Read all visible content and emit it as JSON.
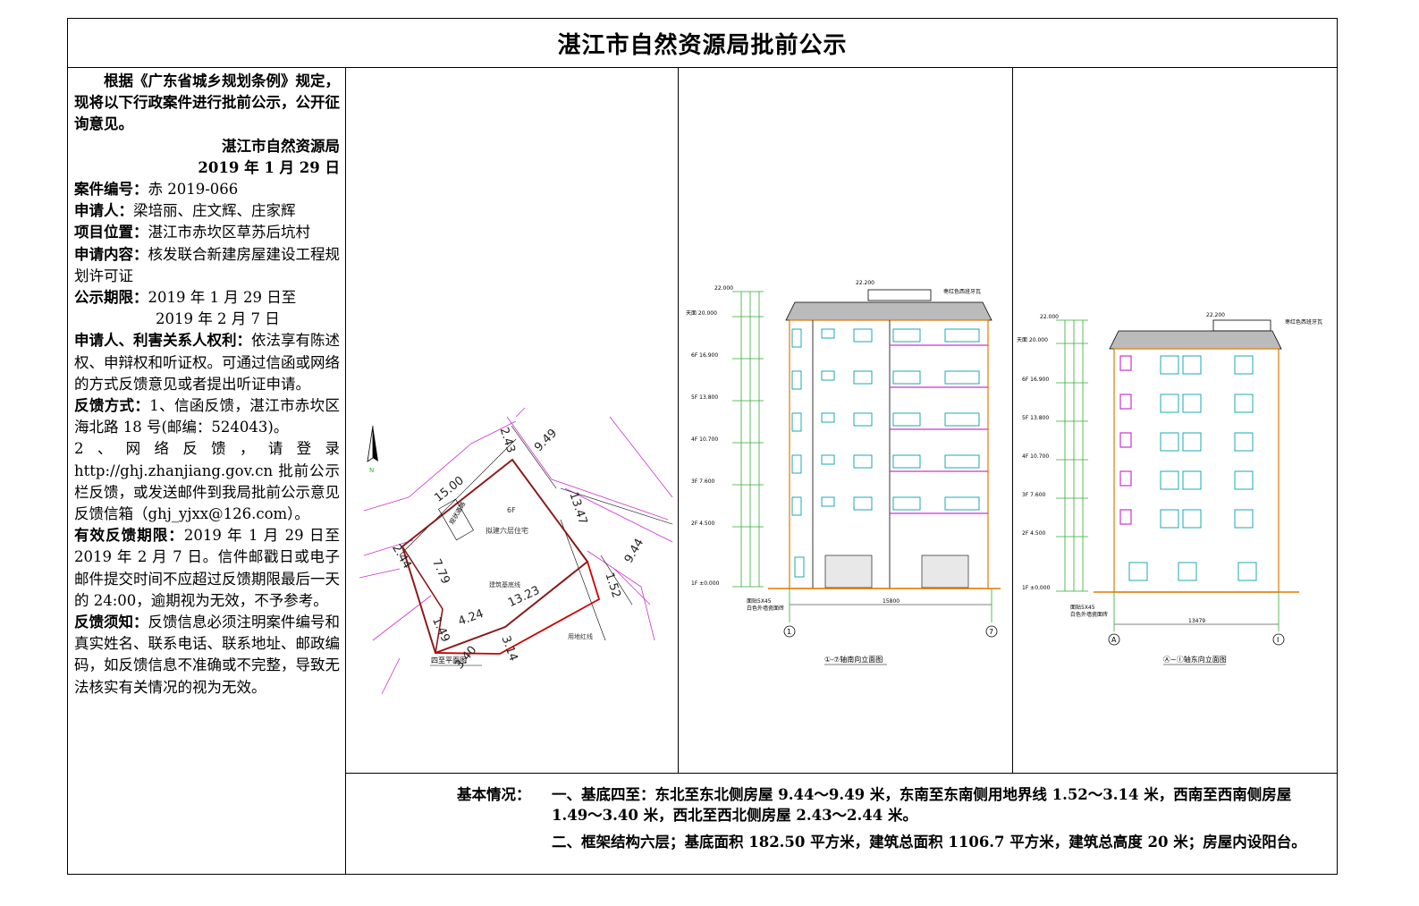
{
  "title": "湛江市自然资源局批前公示",
  "notice": {
    "intro": "根据《广东省城乡规划条例》规定，现将以下行政案件进行批前公示，公开征询意见。",
    "issuer": "湛江市自然资源局",
    "date": "2019 年 1 月 29 日",
    "case_no_label": "案件编号：",
    "case_no": "赤 2019-066",
    "applicant_label": "申请人：",
    "applicant": "梁培丽、庄文辉、庄家辉",
    "location_label": "项目位置：",
    "location": "湛江市赤坎区草苏后坑村",
    "content_label": "申请内容：",
    "content": "核发联合新建房屋建设工程规划许可证",
    "period_label": "公示期限：",
    "period_start": "2019 年 1 月 29 日至",
    "period_end": "2019 年 2 月 7 日",
    "rights_label": "申请人、利害关系人权利：",
    "rights": "依法享有陈述权、申辩权和听证权。可通过信函或网络的方式反馈意见或者提出听证申请。",
    "feedback_label": "反馈方式：",
    "feedback_1": "1、信函反馈，湛江市赤坎区海北路 18 号(邮编：524043)。",
    "feedback_2": "2、网络反馈，请登录 http://ghj.zhanjiang.gov.cn 批前公示栏反馈，或发送邮件到我局批前公示意见反馈信箱（ghj_yjxx@126.com）。",
    "deadline_label": "有效反馈期限：",
    "deadline": "2019 年 1 月 29 日至 2019 年 2 月 7 日。信件邮戳日或电子邮件提交时间不应超过反馈期限最后一天的 24:00，逾期视为无效，不予参考。",
    "notes_label": "反馈须知：",
    "notes": "反馈信息必须注明案件编号和真实姓名、联系电话、联系地址、邮政编码，如反馈信息不准确或不完整，导致无法核实有关情况的视为无效。"
  },
  "site_plan": {
    "caption": "四至平面图",
    "building_label": "拟建六层住宅",
    "floors": "6F",
    "setback_label": "建筑基底线",
    "redline_label": "用地红线",
    "road_label": "现状道路",
    "dims": [
      "2.43",
      "9.49",
      "15.00",
      "13.47",
      "2.44",
      "7.79",
      "13.23",
      "9.44",
      "1.52",
      "4.24",
      "1.49",
      "3.40",
      "3.14"
    ]
  },
  "elev_south": {
    "caption": "①-⑦轴南向立面图",
    "axis_left": "1",
    "axis_right": "7",
    "width_dim": "15800",
    "roof_note": "枣红色西班牙瓦",
    "wall_note1": "面贴5X45",
    "wall_note2": "白色外墙瓷面砖",
    "levels": [
      "22.000",
      "天面 20.000",
      "6F 16.900",
      "5F 13.800",
      "4F 10.700",
      "3F 7.600",
      "2F 4.500",
      "1F ±0.000"
    ],
    "top_level": "22.200"
  },
  "elev_east": {
    "caption": "Ⓐ~Ⓘ轴东向立面图",
    "axis_left": "A",
    "axis_right": "I",
    "width_dim": "13479",
    "roof_note": "枣红色西班牙瓦",
    "wall_note1": "面贴5X45",
    "wall_note2": "白色外墙瓷面砖",
    "levels": [
      "22.000",
      "天面 20.000",
      "6F 16.900",
      "5F 13.800",
      "4F 10.700",
      "3F 7.600",
      "2F 4.500",
      "1F ±0.000"
    ],
    "top_level": "22.200"
  },
  "basic": {
    "label": "基本情况：",
    "line1": "一、基底四至：东北至东北侧房屋 9.44～9.49 米，东南至东南侧用地界线 1.52～3.14 米，西南至西南侧房屋 1.49～3.40 米，西北至西北侧房屋 2.43～2.44 米。",
    "line2": "二、框架结构六层；基底面积 182.50 平方米，建筑总面积 1106.7 平方米，建筑总高度 20 米；房屋内设阳台。"
  },
  "colors": {
    "redline": "#cc0000",
    "outline": "#8b1a1a",
    "magenta": "#cc33cc",
    "orange": "#e07a00",
    "cyan": "#00a0b0",
    "green": "#33aa33"
  }
}
